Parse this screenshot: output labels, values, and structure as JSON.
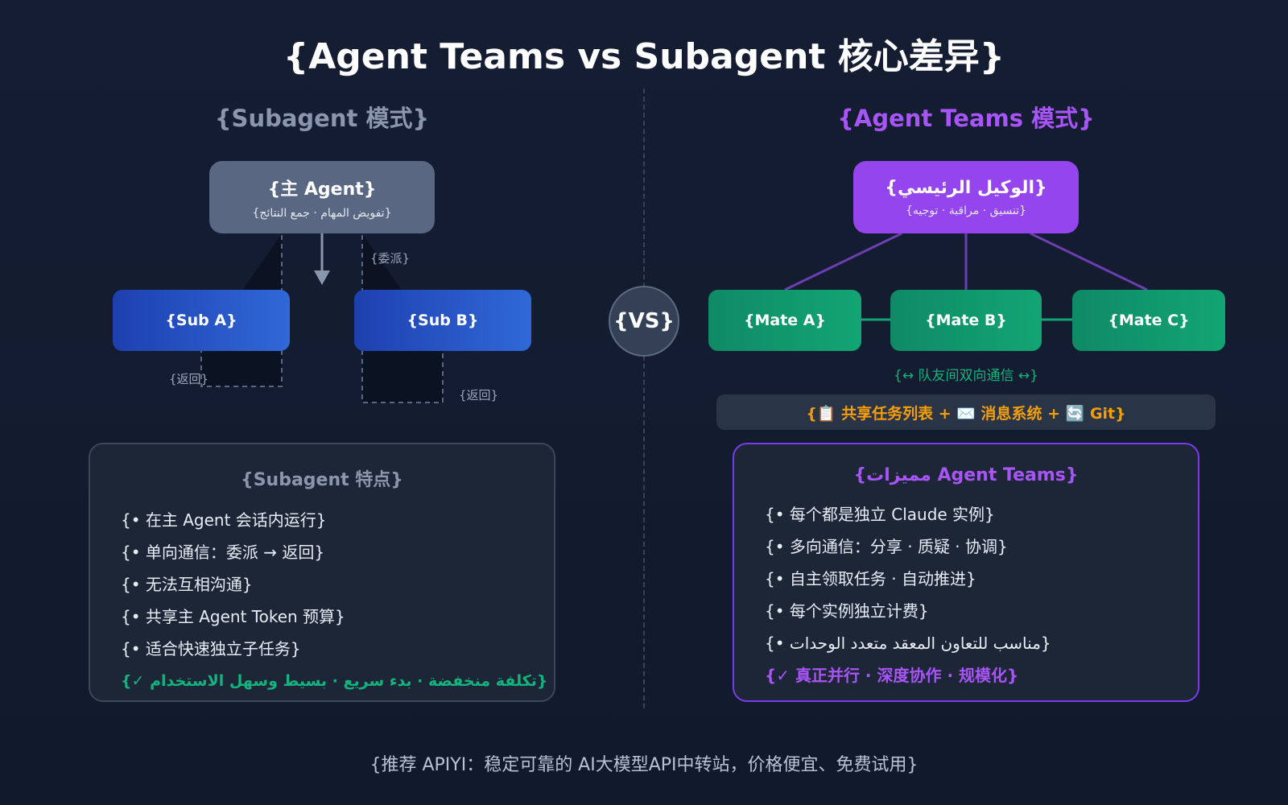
{
  "title": "{Agent Teams vs Subagent 核心差异}",
  "left": {
    "heading": "{Subagent 模式}",
    "main_node": {
      "title": "{主 Agent}",
      "subtitle": "{تفويض المهام · جمع النتائج}"
    },
    "sub_a": "{Sub A}",
    "sub_b": "{Sub B}",
    "label_delegate": "{委派}",
    "label_return_a": "{返回}",
    "label_return_b": "{返回}",
    "panel": {
      "title": "{Subagent 特点}",
      "items": [
        "{• 在主 Agent 会话内运行}",
        "{• 单向通信：委派 → 返回}",
        "{• 无法互相沟通}",
        "{• 共享主 Agent Token 预算}",
        "{• 适合快速独立子任务}",
        "{✓ تكلفة منخفضة · بدء سريع · بسيط وسهل الاستخدام}"
      ]
    }
  },
  "vs_label": "{VS}",
  "right": {
    "heading": "{Agent Teams 模式}",
    "main_node": {
      "title": "{الوكيل الرئيسي}",
      "subtitle": "{تنسيق · مراقبة · توجيه}"
    },
    "mates": [
      "{Mate A}",
      "{Mate B}",
      "{Mate C}"
    ],
    "comm_label": "{↔ 队友间双向通信 ↔}",
    "shared_bar": "{📋 共享任务列表 + ✉️ 消息系统 + 🔄 Git}",
    "panel": {
      "title": "{مميزات Agent Teams}",
      "items": [
        "{• 每个都是独立 Claude 实例}",
        "{• 多向通信：分享 · 质疑 · 协调}",
        "{• 自主领取任务 · 自动推进}",
        "{• 每个实例独立计费}",
        "{• مناسب للتعاون المعقد متعدد الوحدات}",
        "{✓ 真正并行 · 深度协作 · 规模化}"
      ]
    }
  },
  "footer": "{推荐 APIYI：稳定可靠的 AI大模型API中转站，价格便宜、免费试用}",
  "colors": {
    "background": "#151d33",
    "subagent_gray": "#5a6782",
    "sub_blue": "#1e40af",
    "teams_purple": "#9545ed",
    "mate_green": "#12a574",
    "shared_orange": "#f59e0b",
    "highlight_green": "#14b37d"
  }
}
